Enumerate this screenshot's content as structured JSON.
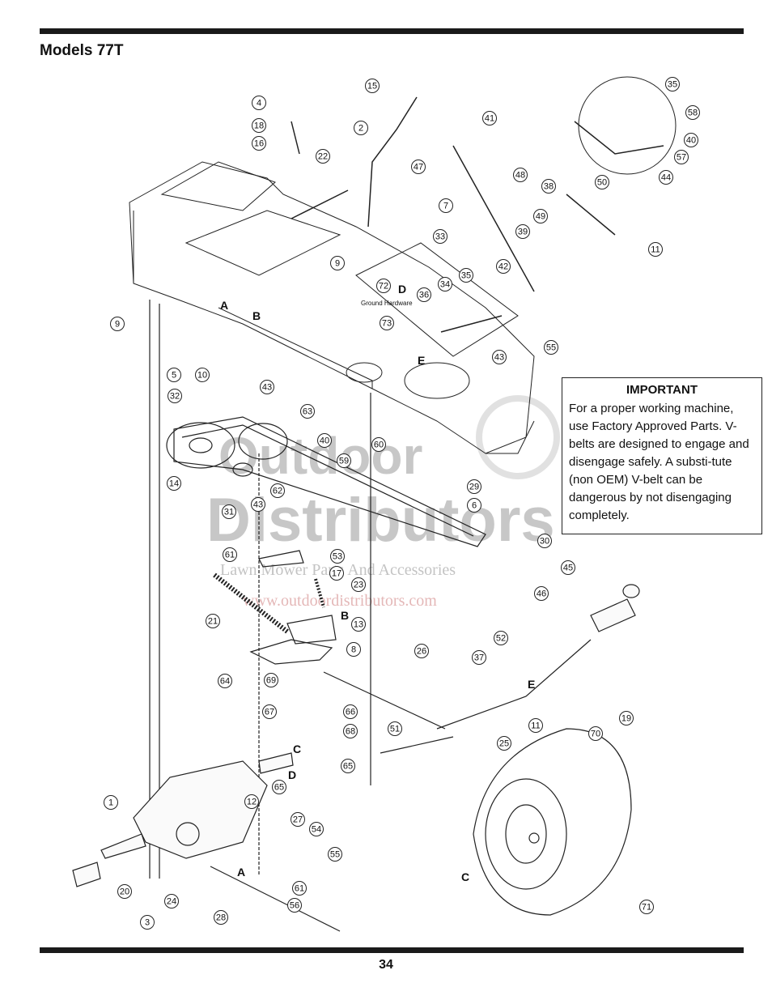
{
  "page": {
    "title": "Models 77T",
    "page_number": "34"
  },
  "important_box": {
    "heading": "IMPORTANT",
    "text": "For a proper working machine, use Factory Approved Parts. V-belts are designed to engage and disengage safely. A substi-tute (non OEM) V-belt can be dangerous by not disengaging completely."
  },
  "ground_hardware_label": "Ground Hardware",
  "watermark": {
    "line1": "Outdoor",
    "line2": "Distributors",
    "tagline": "Lawn Mower Parts And Accessories",
    "url": "www.outdoordistributors.com"
  },
  "reference_letters": [
    "A",
    "B",
    "C",
    "D",
    "E"
  ],
  "callouts": [
    {
      "num": "15"
    },
    {
      "num": "4"
    },
    {
      "num": "18"
    },
    {
      "num": "16"
    },
    {
      "num": "2"
    },
    {
      "num": "41"
    },
    {
      "num": "35"
    },
    {
      "num": "58"
    },
    {
      "num": "40"
    },
    {
      "num": "57"
    },
    {
      "num": "44"
    },
    {
      "num": "22"
    },
    {
      "num": "47"
    },
    {
      "num": "48"
    },
    {
      "num": "7"
    },
    {
      "num": "38"
    },
    {
      "num": "50"
    },
    {
      "num": "49"
    },
    {
      "num": "39"
    },
    {
      "num": "11"
    },
    {
      "num": "33"
    },
    {
      "num": "9"
    },
    {
      "num": "42"
    },
    {
      "num": "72"
    },
    {
      "num": "34"
    },
    {
      "num": "35"
    },
    {
      "num": "36"
    },
    {
      "num": "73"
    },
    {
      "num": "55"
    },
    {
      "num": "43"
    },
    {
      "num": "9"
    },
    {
      "num": "5"
    },
    {
      "num": "10"
    },
    {
      "num": "43"
    },
    {
      "num": "32"
    },
    {
      "num": "63"
    },
    {
      "num": "40"
    },
    {
      "num": "60"
    },
    {
      "num": "59"
    },
    {
      "num": "29"
    },
    {
      "num": "6"
    },
    {
      "num": "30"
    },
    {
      "num": "14"
    },
    {
      "num": "31"
    },
    {
      "num": "62"
    },
    {
      "num": "43"
    },
    {
      "num": "61"
    },
    {
      "num": "53"
    },
    {
      "num": "17"
    },
    {
      "num": "23"
    },
    {
      "num": "21"
    },
    {
      "num": "13"
    },
    {
      "num": "45"
    },
    {
      "num": "46"
    },
    {
      "num": "8"
    },
    {
      "num": "26"
    },
    {
      "num": "64"
    },
    {
      "num": "69"
    },
    {
      "num": "52"
    },
    {
      "num": "37"
    },
    {
      "num": "67"
    },
    {
      "num": "66"
    },
    {
      "num": "11"
    },
    {
      "num": "51"
    },
    {
      "num": "68"
    },
    {
      "num": "25"
    },
    {
      "num": "65"
    },
    {
      "num": "70"
    },
    {
      "num": "19"
    },
    {
      "num": "65"
    },
    {
      "num": "1"
    },
    {
      "num": "12"
    },
    {
      "num": "27"
    },
    {
      "num": "54"
    },
    {
      "num": "55"
    },
    {
      "num": "61"
    },
    {
      "num": "20"
    },
    {
      "num": "24"
    },
    {
      "num": "56"
    },
    {
      "num": "3"
    },
    {
      "num": "28"
    },
    {
      "num": "71"
    }
  ]
}
